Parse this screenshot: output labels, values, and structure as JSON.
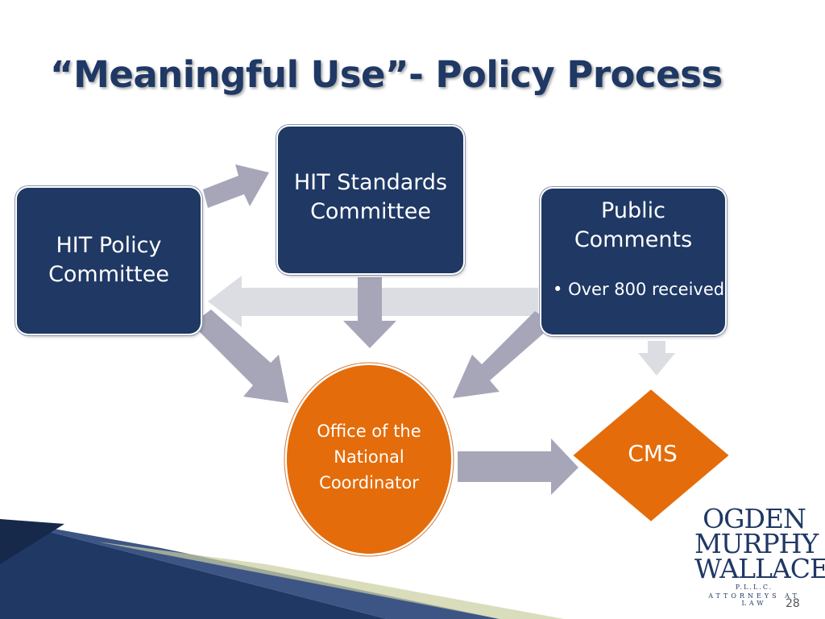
{
  "slide": {
    "title": "“Meaningful Use”- Policy Process",
    "page_number": "28"
  },
  "diagram": {
    "hit_policy": "HIT Policy Committee",
    "hit_standards": "HIT Standards Committee",
    "public_comments": {
      "heading": "Public Comments",
      "bullet": "Over 800 received"
    },
    "onc": "Office of the National Coordinator",
    "cms": "CMS"
  },
  "logo": {
    "line1": "OGDEN",
    "line2": "MURPHY",
    "line3": "WALLACE",
    "suffix": "P.L.L.C.",
    "tagline": "ATTORNEYS AT LAW"
  },
  "colors": {
    "navy": "#1f3864",
    "orange": "#e46c0a",
    "arrow_gray": "#a6a6b8",
    "arrow_light": "#dcdde3"
  }
}
